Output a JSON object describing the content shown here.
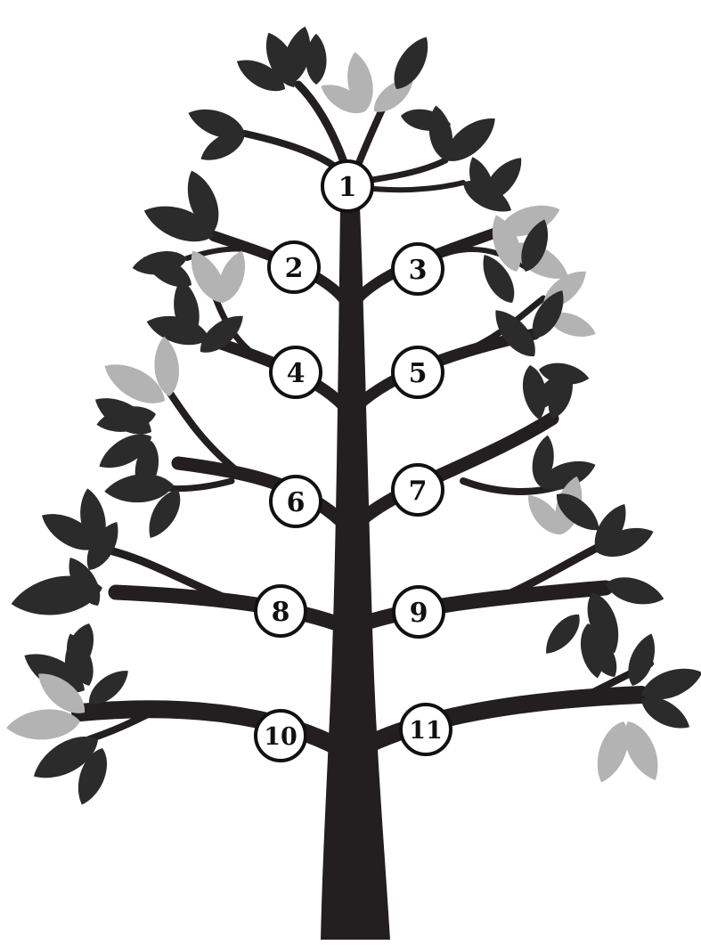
{
  "colors": {
    "background": "#ffffff",
    "trunk": "#231f20",
    "leaf_dark": "#2b2b2b",
    "leaf_mid": "#3a3a3a",
    "leaf_light": "#b3b3b3",
    "node_fill": "#ffffff",
    "node_stroke": "#111111"
  },
  "nodes": [
    {
      "label": "1"
    },
    {
      "label": "2"
    },
    {
      "label": "3"
    },
    {
      "label": "4"
    },
    {
      "label": "5"
    },
    {
      "label": "6"
    },
    {
      "label": "7"
    },
    {
      "label": "8"
    },
    {
      "label": "9"
    },
    {
      "label": "10"
    },
    {
      "label": "11"
    }
  ]
}
